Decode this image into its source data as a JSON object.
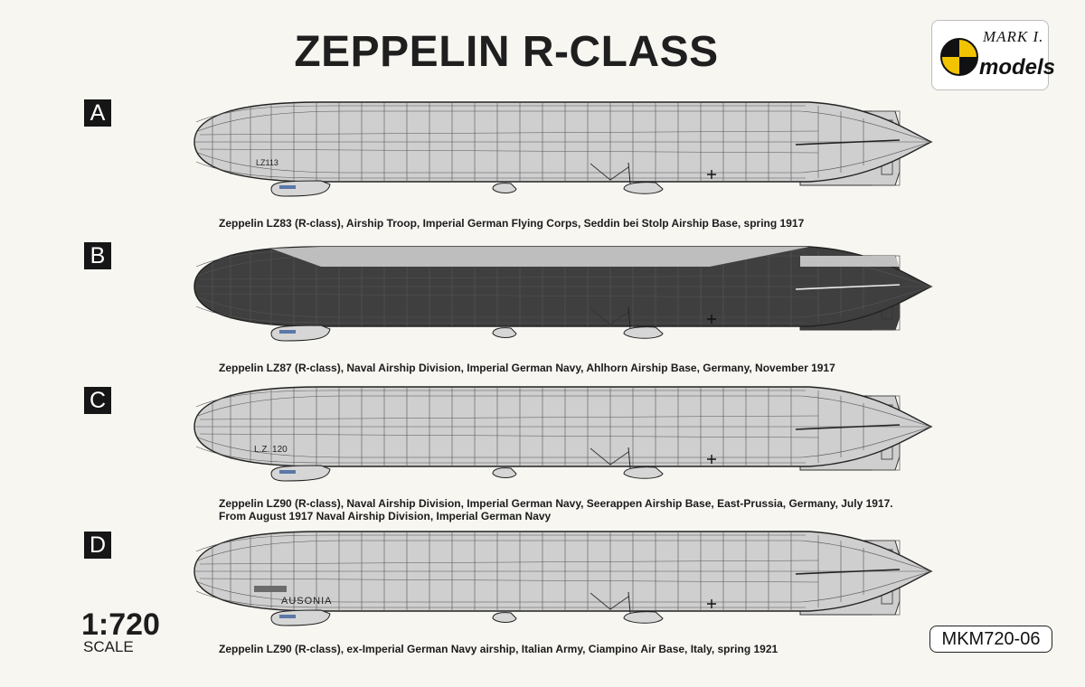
{
  "title": "ZEPPELIN R-CLASS",
  "logo": {
    "mark": "MARK I.",
    "models": "models"
  },
  "colors": {
    "light_grey": "#cfcfcf",
    "dark_grey": "#3f3f3f",
    "background": "#f7f6f1"
  },
  "profiles": [
    {
      "letter": "A",
      "hull_marking": "LZ113",
      "scheme": "light",
      "caption": "Zeppelin LZ83 (R-class), Airship Troop, Imperial German Flying Corps, Seddin bei Stolp Airship Base, spring 1917"
    },
    {
      "letter": "B",
      "hull_marking": "",
      "scheme": "dark",
      "caption": "Zeppelin LZ87 (R-class), Naval Airship Division, Imperial German Navy, Ahlhorn Airship Base, Germany, November 1917"
    },
    {
      "letter": "C",
      "hull_marking": "L.Z. 120",
      "scheme": "light",
      "caption": "Zeppelin LZ90 (R-class), Naval Airship Division, Imperial German Navy, Seerappen Airship Base, East-Prussia, Germany, July 1917. From August 1917 Naval Airship Division, Imperial German Navy"
    },
    {
      "letter": "D",
      "hull_marking": "AUSONIA",
      "scheme": "light",
      "caption": "Zeppelin LZ90 (R-class), ex-Imperial German Navy airship, Italian Army, Ciampino Air Base, Italy, spring 1921"
    }
  ],
  "scale": {
    "ratio": "1:720",
    "label": "SCALE"
  },
  "product_code": "MKM720-06"
}
